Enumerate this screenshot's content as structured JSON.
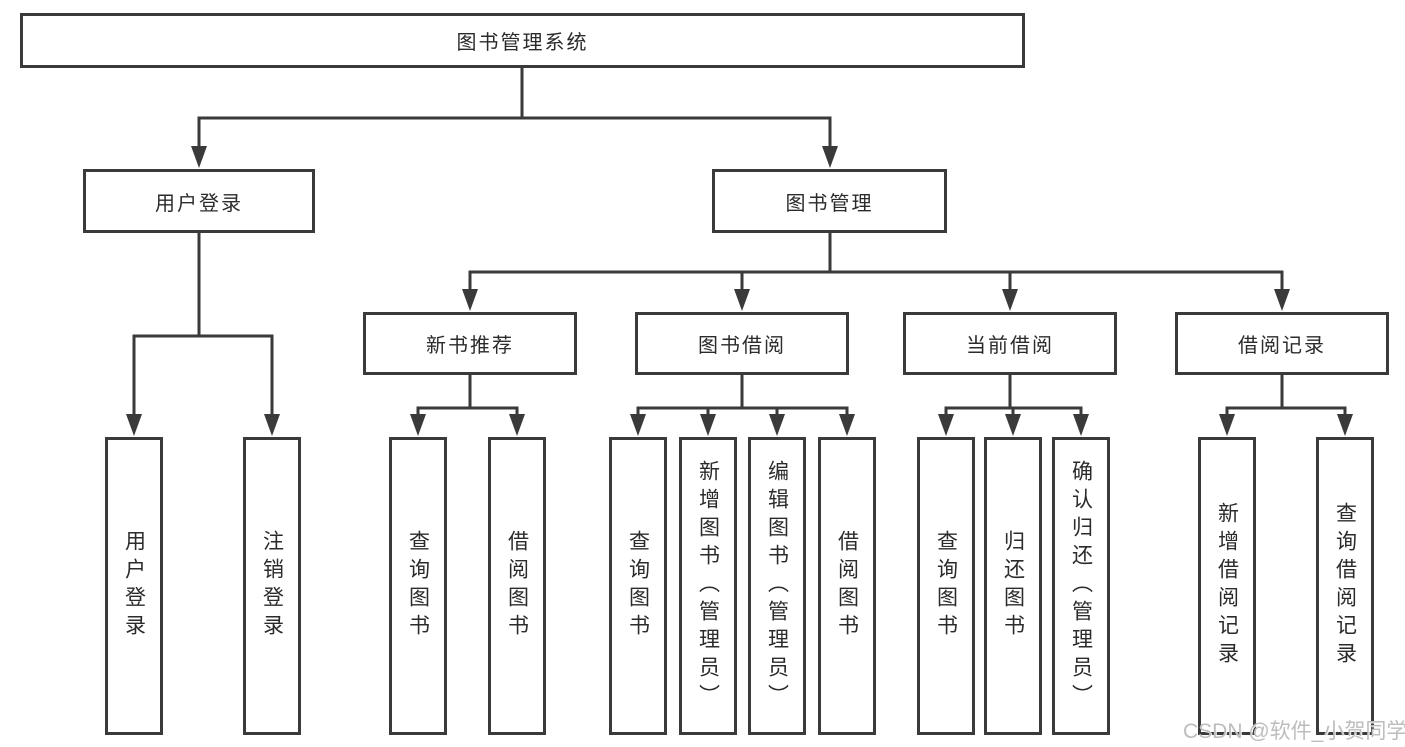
{
  "diagram": {
    "type": "tree",
    "colors": {
      "line": "#3a3a3a",
      "text": "#2b2b2b",
      "background": "#ffffff",
      "watermark": "#bdbdbd"
    },
    "root": {
      "label": "图书管理系统"
    },
    "level2": [
      {
        "label": "用户登录",
        "children": [
          "用户登录",
          "注销登录"
        ]
      },
      {
        "label": "图书管理"
      }
    ],
    "level3": [
      {
        "label": "新书推荐",
        "children": [
          "查询图书",
          "借阅图书"
        ]
      },
      {
        "label": "图书借阅",
        "children": [
          "查询图书",
          "新增图书（管理员）",
          "编辑图书（管理员）",
          "借阅图书"
        ]
      },
      {
        "label": "当前借阅",
        "children": [
          "查询图书",
          "归还图书",
          "确认归还（管理员）"
        ]
      },
      {
        "label": "借阅记录",
        "children": [
          "新增借阅记录",
          "查询借阅记录"
        ]
      }
    ],
    "watermark": "CSDN @软件_小贺同学"
  }
}
